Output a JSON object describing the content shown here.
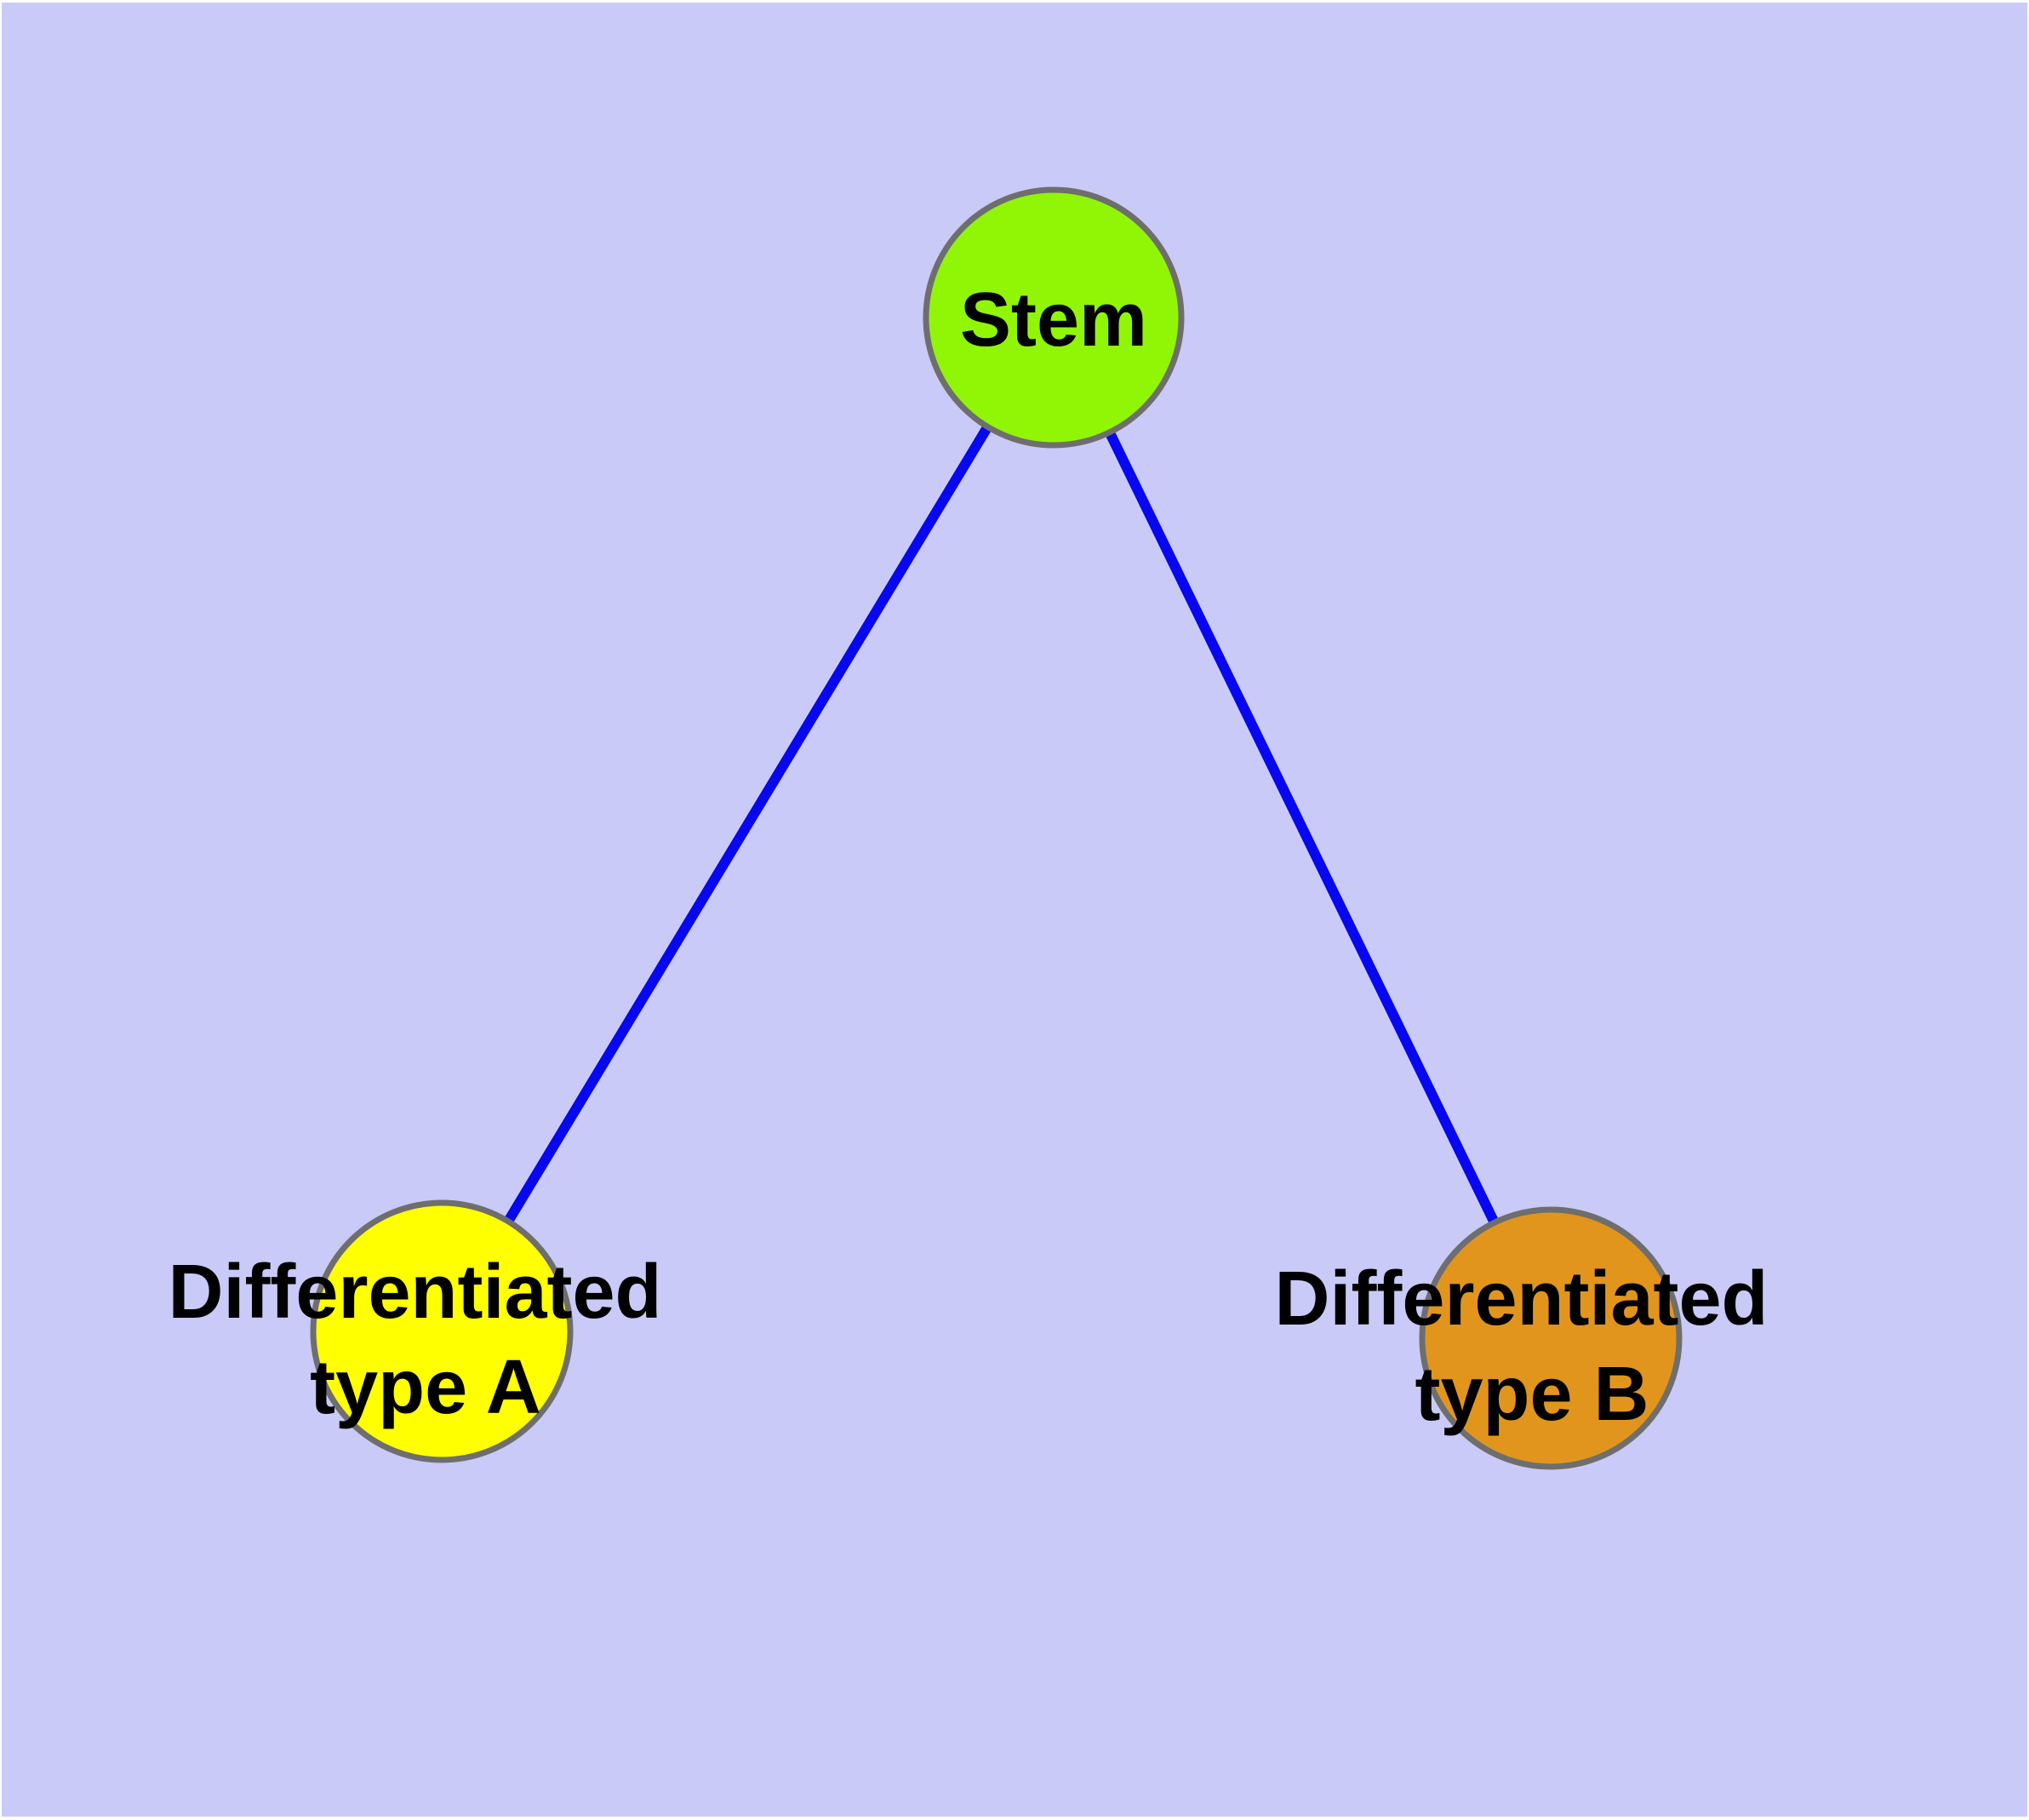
{
  "diagram": {
    "type": "node-link-graph",
    "background_color": "#cacaf8",
    "frame_color": "#ffffff",
    "edge_color": "#0707f0",
    "node_border_color": "#6e6e6e",
    "label_color": "#000000",
    "nodes": [
      {
        "id": "stem",
        "label": "Stem",
        "fill": "#90f605"
      },
      {
        "id": "differentiated-type-a",
        "label_lines": [
          "Differentiated",
          "type A"
        ],
        "fill": "#ffff00"
      },
      {
        "id": "differentiated-type-b",
        "label_lines": [
          "Differentiated",
          "type B"
        ],
        "fill": "#e2951d"
      }
    ],
    "edges": [
      {
        "from": "Stem",
        "to": "Differentiated type A"
      },
      {
        "from": "Stem",
        "to": "Differentiated type B"
      }
    ]
  }
}
